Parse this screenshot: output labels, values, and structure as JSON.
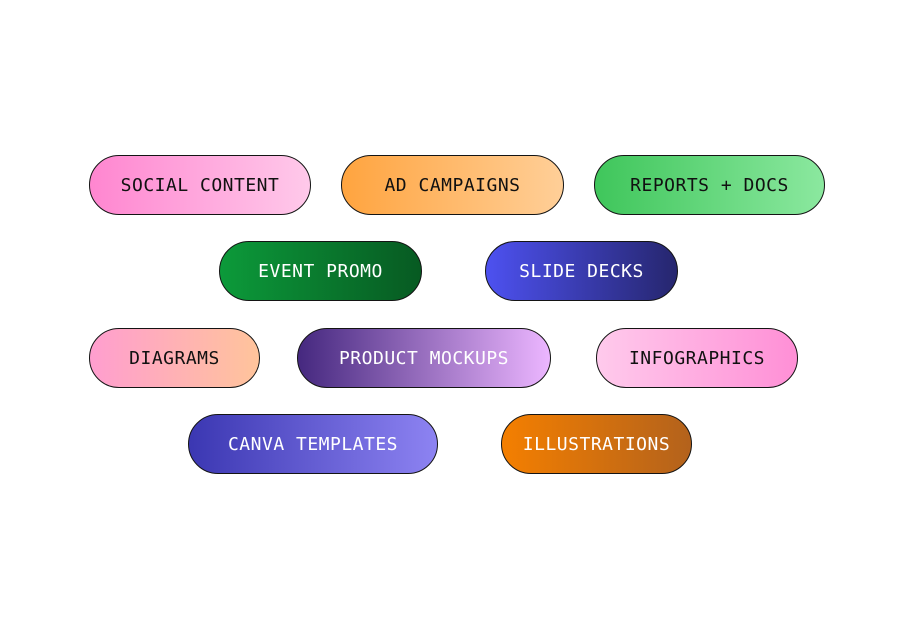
{
  "pills": [
    {
      "label": "SOCIAL CONTENT",
      "gradient": [
        "#ff86d0",
        "#ffc9ea"
      ],
      "text_color": "#111111"
    },
    {
      "label": "AD CAMPAIGNS",
      "gradient": [
        "#ffa43f",
        "#ffcf98"
      ],
      "text_color": "#111111"
    },
    {
      "label": "REPORTS + DOCS",
      "gradient": [
        "#3fc65b",
        "#8be89f"
      ],
      "text_color": "#111111"
    },
    {
      "label": "EVENT PROMO",
      "gradient": [
        "#0c9a3a",
        "#075a22"
      ],
      "text_color": "#ffffff"
    },
    {
      "label": "SLIDE DECKS",
      "gradient": [
        "#4d51f0",
        "#26266e"
      ],
      "text_color": "#ffffff"
    },
    {
      "label": "DIAGRAMS",
      "gradient": [
        "#ff9ecf",
        "#ffc49b"
      ],
      "text_color": "#111111"
    },
    {
      "label": "PRODUCT MOCKUPS",
      "gradient": [
        "#45287f",
        "#ecb6ff"
      ],
      "text_color": "#ffffff"
    },
    {
      "label": "INFOGRAPHICS",
      "gradient": [
        "#ffcaec",
        "#ff8fd6"
      ],
      "text_color": "#111111"
    },
    {
      "label": "CANVA TEMPLATES",
      "gradient": [
        "#3b37b2",
        "#8d83f2"
      ],
      "text_color": "#ffffff"
    },
    {
      "label": "ILLUSTRATIONS",
      "gradient": [
        "#f47f00",
        "#b3621c"
      ],
      "text_color": "#ffffff"
    }
  ]
}
